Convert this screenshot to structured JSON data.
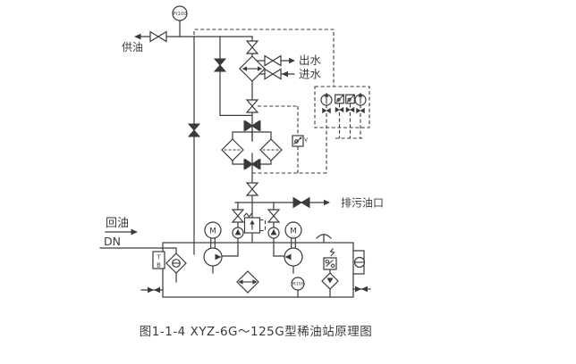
{
  "diagram": {
    "caption": "图1-1-4  XYZ-6G～125G型稀油站原理图",
    "labels": {
      "supply_oil": "供油",
      "water_out": "出水",
      "water_in": "进水",
      "drain_oil_port": "排污油口",
      "return_oil": "回油",
      "return_size": "DN",
      "temp_sensor_top": "Pt100",
      "temp_sensor_tank": "Pt100",
      "motor_left": "M",
      "motor_right": "M",
      "thermometer_t": "T",
      "thermometer_b": "B",
      "dp_indicator_v": "v"
    },
    "colors": {
      "line": "#3a3a3a",
      "background": "#ffffff"
    }
  }
}
